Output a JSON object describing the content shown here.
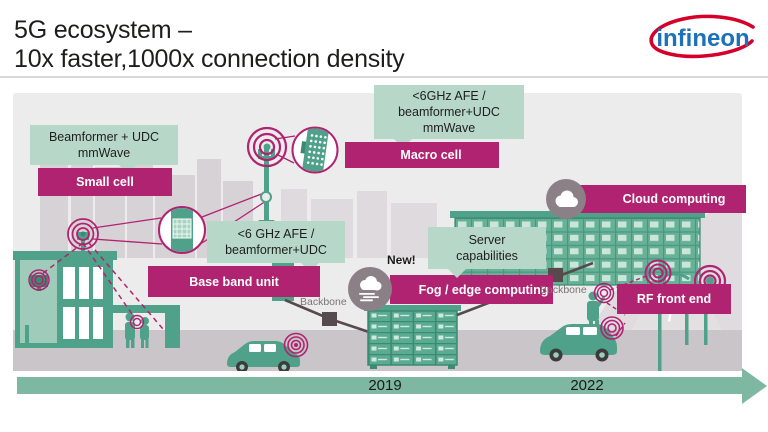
{
  "header": {
    "title_line1": "5G ecosystem –",
    "title_line2": "10x faster,1000x connection density",
    "logo_text": "infineon"
  },
  "callouts": {
    "beamformer_udc": [
      "Beamformer + UDC",
      "mmWave"
    ],
    "mmwave_afe": [
      "<6GHz AFE /",
      "beamformer+UDC",
      "mmWave"
    ],
    "sub6_afe": [
      "<6 GHz AFE /",
      "beamformer+UDC"
    ],
    "server_capabilities": [
      "Server",
      "capabilities"
    ]
  },
  "tags": {
    "small_cell": "Small cell",
    "macro_cell": "Macro cell",
    "base_band_unit": "Base band unit",
    "fog_edge": "Fog / edge computing",
    "cloud_computing": "Cloud computing",
    "rf_front_end": "RF front end"
  },
  "annotations": {
    "backbone_left": "Backbone",
    "backbone_right": "Backbone",
    "new_flag": "New!"
  },
  "timeline": {
    "start_year": "2019",
    "end_year": "2022"
  },
  "icons": {
    "fog_circle": "fog-cloud-icon",
    "cloud_circle": "cloud-icon",
    "radio_waves": "radio-waves-icon",
    "logo_swoosh": "infineon-swoosh-icon"
  },
  "colors": {
    "magenta": "#b02371",
    "callout_green": "#b7d7c9",
    "illustration_teal": "#4fa189",
    "timeline_teal": "#7eb7a2",
    "panel_gray": "#edecec",
    "road_gray": "#c9c5c8",
    "backbone_dark": "#564a4e",
    "logo_blue": "#1c72b8",
    "logo_red": "#d40029"
  }
}
